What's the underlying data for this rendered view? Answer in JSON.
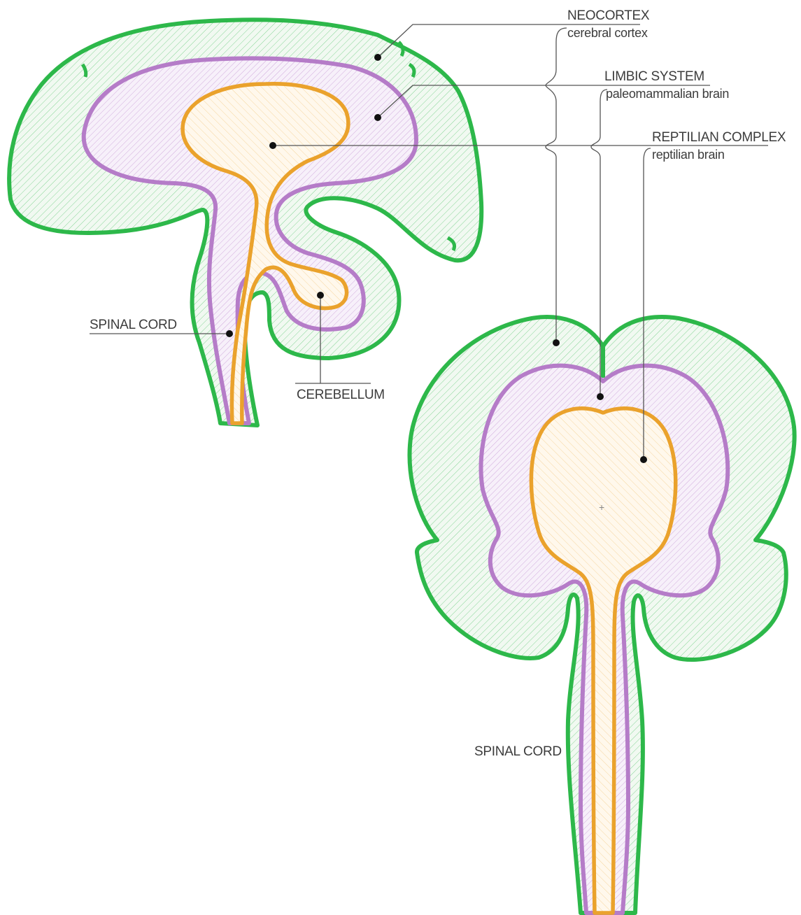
{
  "labels": {
    "neocortex": {
      "title": "NEOCORTEX",
      "subtitle": "cerebral cortex"
    },
    "limbic": {
      "title": "LIMBIC SYSTEM",
      "subtitle": "paleomammalian brain"
    },
    "reptilian": {
      "title": "REPTILIAN COMPLEX",
      "subtitle": "reptilian brain"
    },
    "spinal_cord_side": "SPINAL CORD",
    "cerebellum": "CEREBELLUM",
    "spinal_cord_front": "SPINAL CORD"
  },
  "colors": {
    "neocortex": "#2db84a",
    "limbic": "#b57cc8",
    "reptilian": "#eaa22c",
    "neocortex_fill": "#f1f9f1",
    "limbic_fill": "#f7f0fa",
    "reptilian_fill": "#fff8ec"
  }
}
